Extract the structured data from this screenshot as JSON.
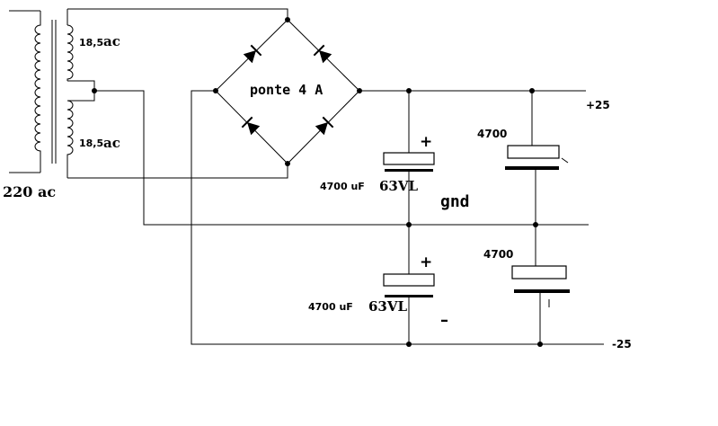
{
  "labels": {
    "mains": "220 ac",
    "secondary_top": "18,5",
    "secondary_top_unit": "ac",
    "secondary_bottom": "18,5",
    "secondary_bottom_unit": "ac",
    "bridge": "ponte 4 A",
    "cap_top_left_value": "4700 uF",
    "cap_top_left_voltage": "63VL",
    "cap_bottom_left_value": "4700 uF",
    "cap_bottom_left_voltage": "63VL",
    "cap_top_right_value": "4700",
    "cap_bottom_right_value": "4700",
    "plus_top": "+",
    "plus_bottom": "+",
    "minus_bottom": "–",
    "ground": "gnd",
    "rail_positive": "+25",
    "rail_negative": "-25"
  },
  "colors": {
    "line": "#000000",
    "background": "#ffffff"
  }
}
